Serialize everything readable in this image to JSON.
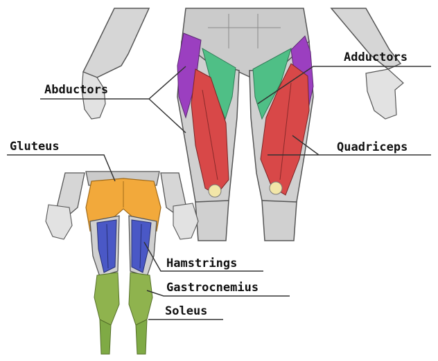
{
  "labels": {
    "abductors": "Abductors",
    "adductors": "Adductors",
    "quadriceps": "Quadriceps",
    "gluteus": "Gluteus",
    "hamstrings": "Hamstrings",
    "gastrocnemius": "Gastrocnemius",
    "soleus": "Soleus"
  },
  "colors": {
    "abductors": "#9b3fc0",
    "adductors": "#4fbf86",
    "quadriceps": "#d84848",
    "gluteus": "#f2a93b",
    "hamstrings": "#4a58c6",
    "gastrocnemius": "#8fb34e",
    "soleus": "#7faa45",
    "skin": "#cfcfcf",
    "outline": "#555555",
    "leader": "#333333"
  }
}
